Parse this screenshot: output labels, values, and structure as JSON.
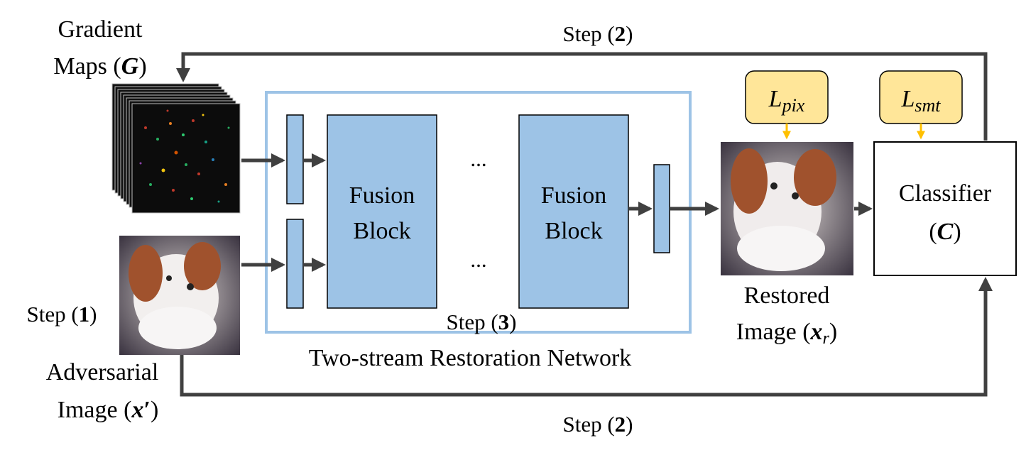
{
  "labels": {
    "gradient_maps_line1": "Gradient",
    "gradient_maps_line2_text": "Maps (",
    "gradient_maps_symbol": "G",
    "close_paren": ")",
    "step2_top_text": "Step (",
    "step2_num": "2",
    "step1_text": "Step (",
    "step1_num": "1",
    "step3_text": "Step (",
    "step3_num": "3",
    "step2_bottom_text": "Step (",
    "adversarial_line1": "Adversarial",
    "adversarial_line2_text": "Image (",
    "adversarial_symbol": "x",
    "adversarial_prime": "′",
    "network_caption": "Two-stream Restoration Network",
    "fusion_block_1_line1": "Fusion",
    "fusion_block_1_line2": "Block",
    "fusion_block_2_line1": "Fusion",
    "fusion_block_2_line2": "Block",
    "ellipsis_top": "...",
    "ellipsis_bottom": "...",
    "restored_line1": "Restored",
    "restored_line2_text": "Image (",
    "restored_symbol": "x",
    "restored_sub": "r",
    "classifier_line1": "Classifier",
    "classifier_symbol": "C",
    "loss_pix_main": "L",
    "loss_pix_sub": "pix",
    "loss_smt_main": "L",
    "loss_smt_sub": "smt"
  },
  "colors": {
    "block_fill": "#9dc3e6",
    "network_border": "#9dc3e6",
    "loss_fill": "#ffe699",
    "loss_border": "#000000",
    "loss_arrow": "#ffc000",
    "arrow": "#404040"
  }
}
